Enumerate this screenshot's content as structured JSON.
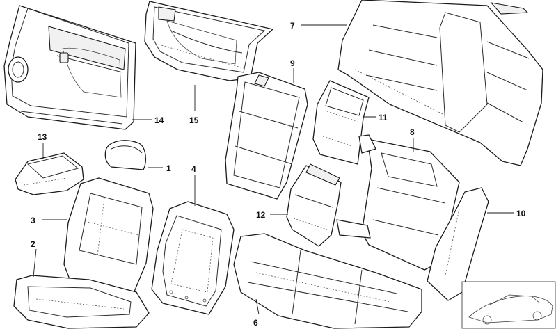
{
  "callouts": [
    {
      "id": "p1",
      "text": "1"
    },
    {
      "id": "p2",
      "text": "2"
    },
    {
      "id": "p3",
      "text": "3"
    },
    {
      "id": "p4",
      "text": "4"
    },
    {
      "id": "p6",
      "text": "6"
    },
    {
      "id": "p7",
      "text": "7"
    },
    {
      "id": "p8",
      "text": "8"
    },
    {
      "id": "p9",
      "text": "9"
    },
    {
      "id": "p10",
      "text": "10"
    },
    {
      "id": "p11",
      "text": "11"
    },
    {
      "id": "p12",
      "text": "12"
    },
    {
      "id": "p13",
      "text": "13"
    },
    {
      "id": "p14",
      "text": "14"
    },
    {
      "id": "p15",
      "text": "15"
    }
  ]
}
